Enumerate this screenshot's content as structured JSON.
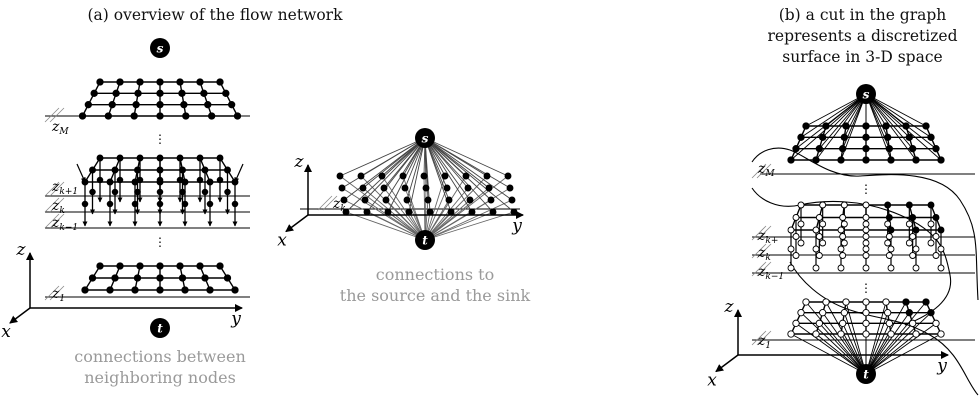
{
  "panel_a": {
    "title": "(a) overview of the flow network",
    "source": "s",
    "sink": "t",
    "levels": {
      "top": "z",
      "top_sub": "M",
      "k_plus": "z",
      "k_plus_sub": "k+1",
      "k": "z",
      "k_sub": "k",
      "k_minus": "z",
      "k_minus_sub": "k−1",
      "one": "z",
      "one_sub": "1"
    },
    "dots": "⋮",
    "axes": {
      "x": "x",
      "y": "y",
      "z": "z"
    },
    "caption_line1": "connections between",
    "caption_line2": "neighboring nodes"
  },
  "panel_mid": {
    "source": "s",
    "sink": "t",
    "level": "z",
    "level_sub": "k",
    "axes": {
      "x": "x",
      "y": "y",
      "z": "z"
    },
    "caption_line1": "connections to",
    "caption_line2": "the source and the sink"
  },
  "panel_b": {
    "title_line1": "(b) a cut in the graph",
    "title_line2": "represents a discretized",
    "title_line3": "surface in 3-D space",
    "source": "s",
    "sink": "t",
    "levels": {
      "top": "z",
      "top_sub": "M",
      "k_plus": "z",
      "k_plus_sub": "k+",
      "k": "z",
      "k_sub": "k",
      "k_minus": "z",
      "k_minus_sub": "k−1",
      "one": "z",
      "one_sub": "1"
    },
    "dots": "⋮",
    "axes": {
      "x": "x",
      "y": "y",
      "z": "z"
    }
  },
  "colors": {
    "ink": "#000000",
    "gray_text": "#9a9a9a",
    "node_white": "#ffffff"
  }
}
